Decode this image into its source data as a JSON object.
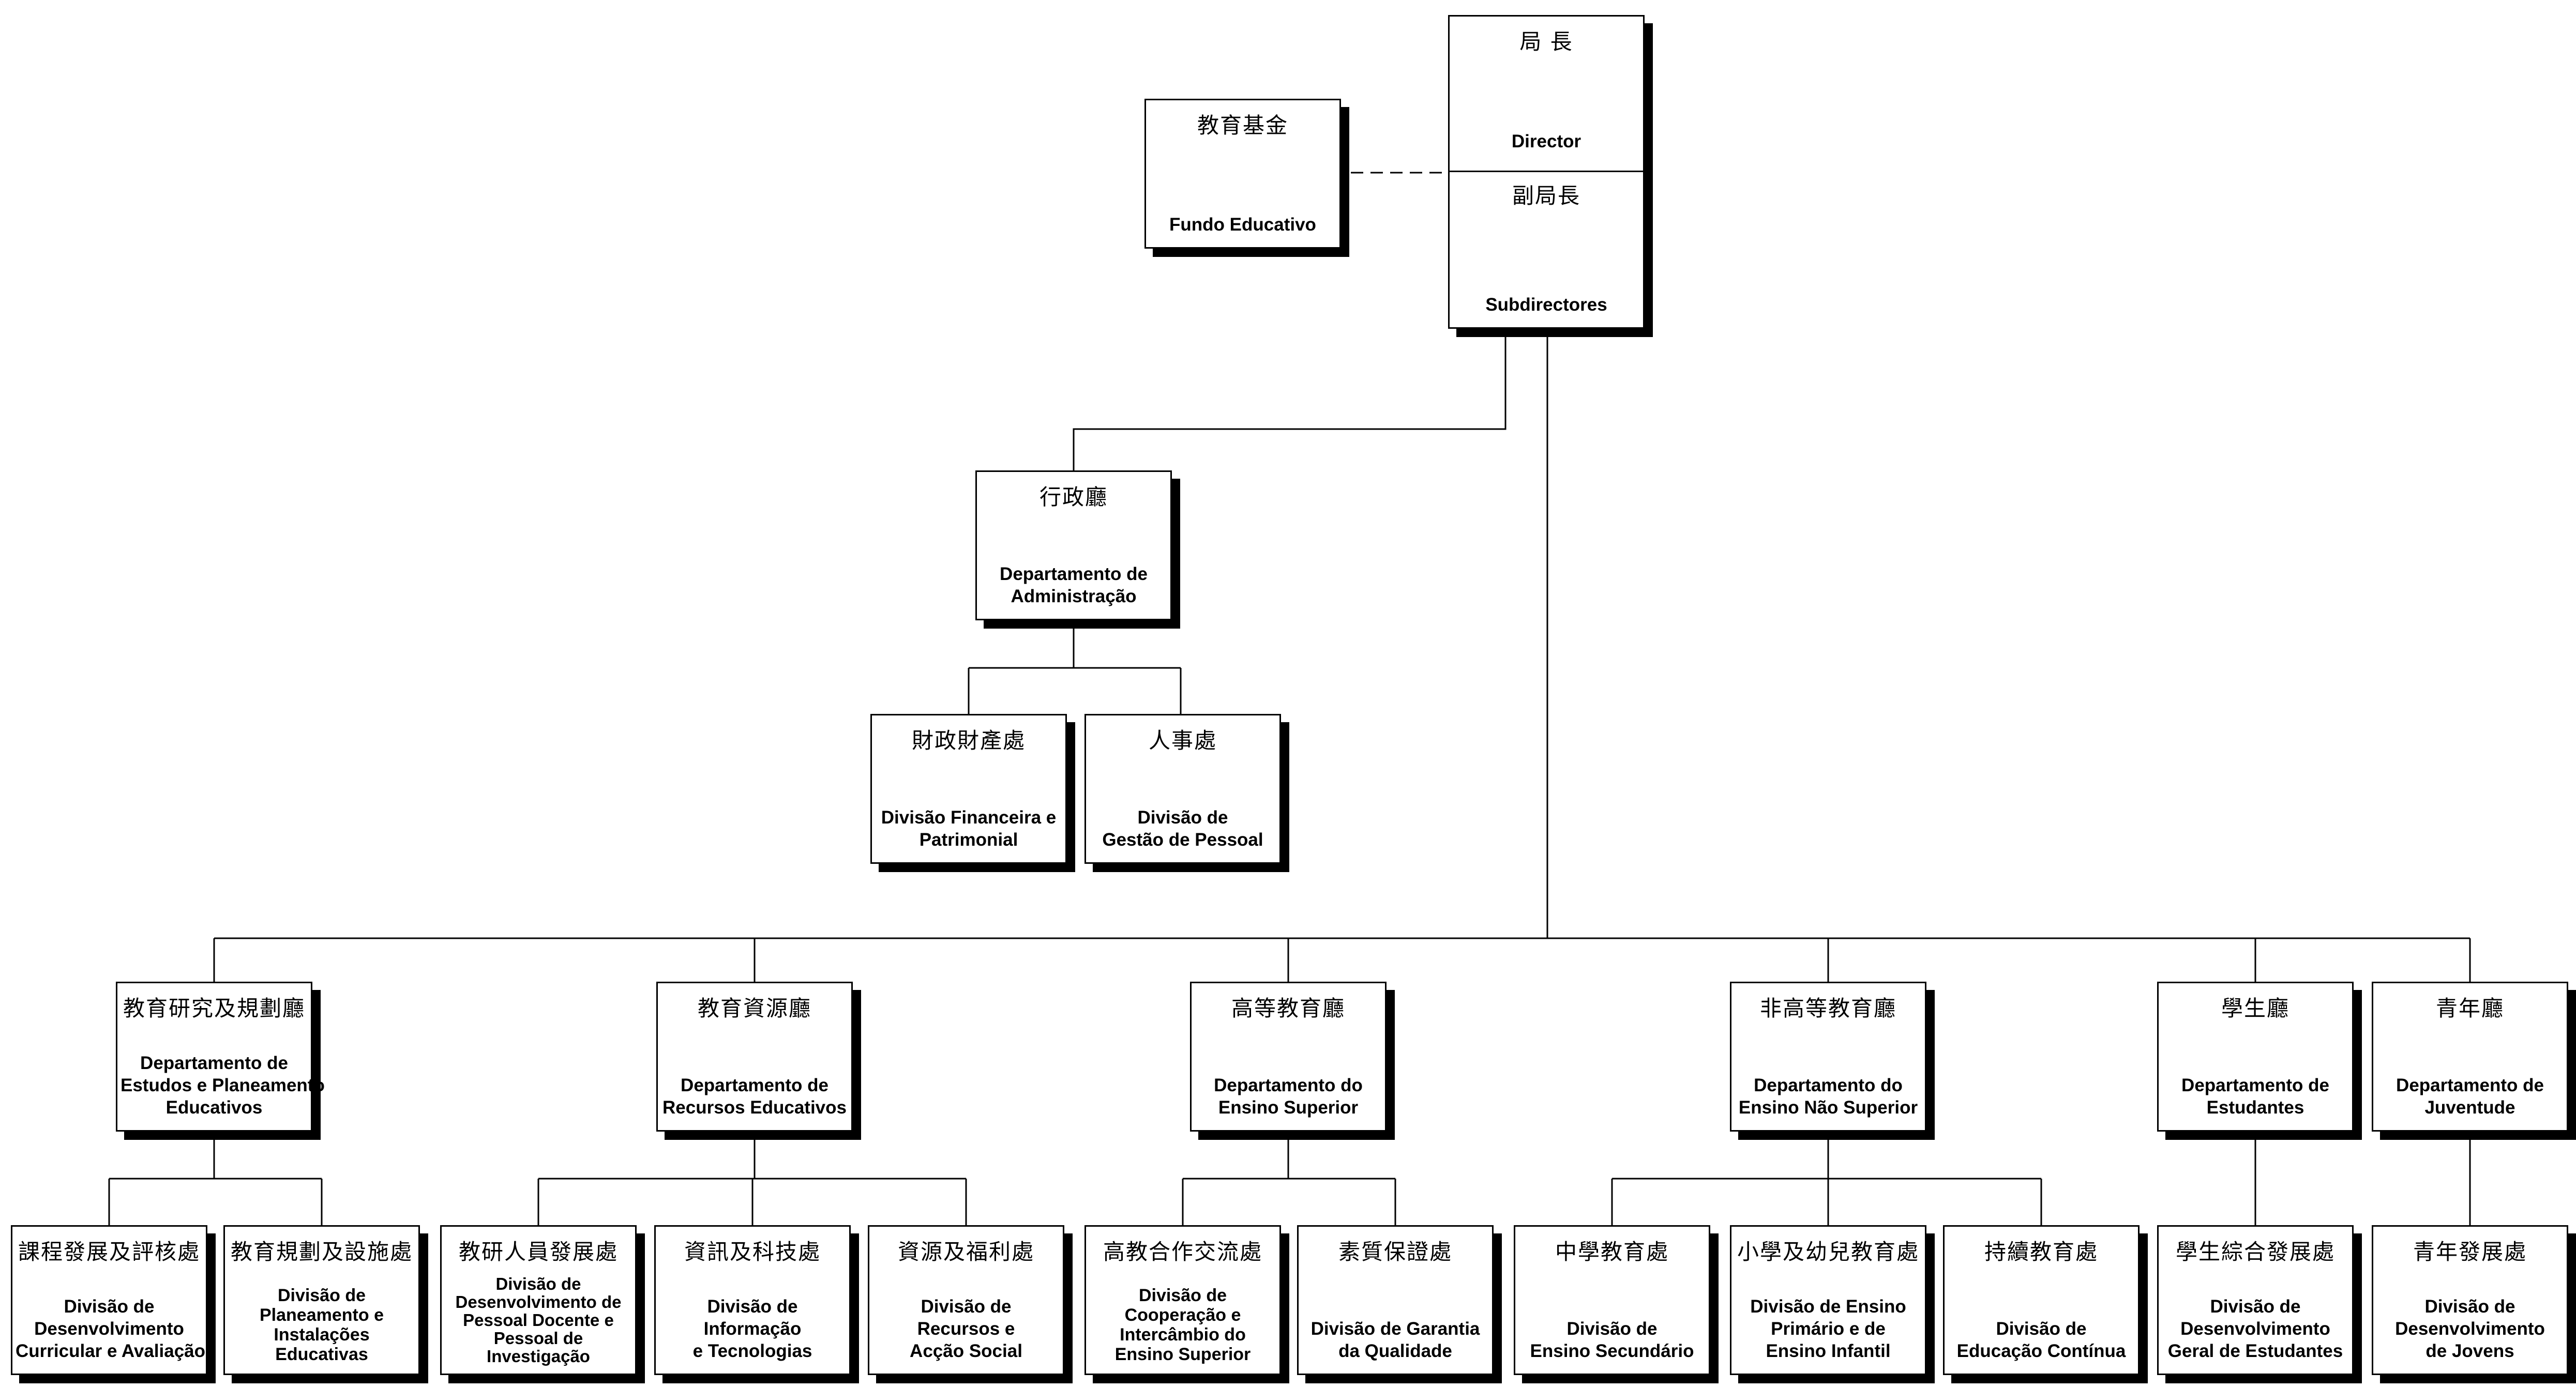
{
  "director": {
    "cn": "局 長",
    "pt": [
      "Director"
    ],
    "deputy_cn": "副局長",
    "deputy_pt": [
      "Subdirectores"
    ]
  },
  "fund": {
    "cn": "教育基金",
    "pt": [
      "Fundo Educativo"
    ]
  },
  "admin": {
    "cn": "行政廳",
    "pt": [
      "Departamento de",
      "Administração"
    ],
    "divisions": [
      {
        "cn": "財政財產處",
        "pt": [
          "Divisão Financeira e",
          "Patrimonial"
        ]
      },
      {
        "cn": "人事處",
        "pt": [
          "Divisão de",
          "Gestão de Pessoal"
        ]
      }
    ]
  },
  "departments": [
    {
      "cn": "教育研究及規劃廳",
      "pt": [
        "Departamento de",
        "Estudos e Planeamento",
        "Educativos"
      ],
      "divisions": [
        {
          "cn": "課程發展及評核處",
          "pt": [
            "Divisão de",
            "Desenvolvimento",
            "Curricular e Avaliação"
          ]
        },
        {
          "cn": "教育規劃及設施處",
          "pt": [
            "Divisão de",
            "Planeamento e",
            "Instalações",
            "Educativas"
          ]
        }
      ]
    },
    {
      "cn": "教育資源廳",
      "pt": [
        "Departamento de",
        "Recursos Educativos"
      ],
      "divisions": [
        {
          "cn": "教研人員發展處",
          "pt": [
            "Divisão de",
            "Desenvolvimento de",
            "Pessoal Docente e",
            "Pessoal de",
            "Investigação"
          ]
        },
        {
          "cn": "資訊及科技處",
          "pt": [
            "Divisão de",
            "Informação",
            "e Tecnologias"
          ]
        },
        {
          "cn": "資源及福利處",
          "pt": [
            "Divisão de",
            "Recursos e",
            "Acção Social"
          ]
        }
      ]
    },
    {
      "cn": "高等教育廳",
      "pt": [
        "Departamento do",
        "Ensino Superior"
      ],
      "divisions": [
        {
          "cn": "高教合作交流處",
          "pt": [
            "Divisão de",
            "Cooperação e",
            "Intercâmbio do",
            "Ensino Superior"
          ]
        },
        {
          "cn": "素質保證處",
          "pt": [
            "Divisão de Garantia",
            "da Qualidade"
          ]
        }
      ]
    },
    {
      "cn": "非高等教育廳",
      "pt": [
        "Departamento do",
        "Ensino Não Superior"
      ],
      "divisions": [
        {
          "cn": "中學教育處",
          "pt": [
            "Divisão de",
            "Ensino Secundário"
          ]
        },
        {
          "cn": "小學及幼兒教育處",
          "pt": [
            "Divisão de Ensino",
            "Primário e de",
            "Ensino Infantil"
          ]
        },
        {
          "cn": "持續教育處",
          "pt": [
            "Divisão de",
            "Educação Contínua"
          ]
        }
      ]
    },
    {
      "cn": "學生廳",
      "pt": [
        "Departamento de",
        "Estudantes"
      ],
      "divisions": [
        {
          "cn": "學生綜合發展處",
          "pt": [
            "Divisão de",
            "Desenvolvimento",
            "Geral de Estudantes"
          ]
        }
      ]
    },
    {
      "cn": "青年廳",
      "pt": [
        "Departamento de",
        "Juventude"
      ],
      "divisions": [
        {
          "cn": "青年發展處",
          "pt": [
            "Divisão de",
            "Desenvolvimento",
            "de Jovens"
          ]
        }
      ]
    }
  ]
}
